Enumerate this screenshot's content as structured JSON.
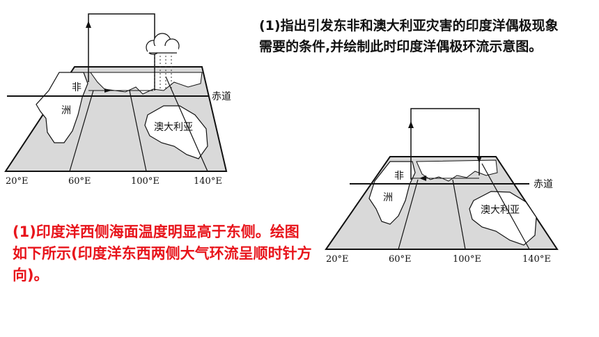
{
  "question": {
    "text": "(1)指出引发东非和澳大利亚灾害的印度洋偶极现象需要的条件,并绘制此时印度洋偶极环流示意图。"
  },
  "answer": {
    "text": "(1)印度洋西侧海面温度明显高于东侧。绘图如下所示(印度洋东西两侧大气环流呈顺时针方向)。"
  },
  "map_left": {
    "equator_label": "赤道",
    "africa_label_1": "非",
    "africa_label_2": "洲",
    "australia_label": "澳大利亚",
    "longitudes": [
      "20°E",
      "60°E",
      "100°E",
      "140°E"
    ],
    "cloud_icon": "rain-cloud-icon"
  },
  "map_right": {
    "equator_label": "赤道",
    "africa_label_1": "非",
    "africa_label_2": "洲",
    "australia_label": "澳大利亚",
    "longitudes": [
      "20°E",
      "60°E",
      "100°E",
      "140°E"
    ]
  },
  "colors": {
    "answer": "#e8141b",
    "map_fill": "#d9d9d9",
    "land": "#ffffff",
    "line": "#111111"
  }
}
